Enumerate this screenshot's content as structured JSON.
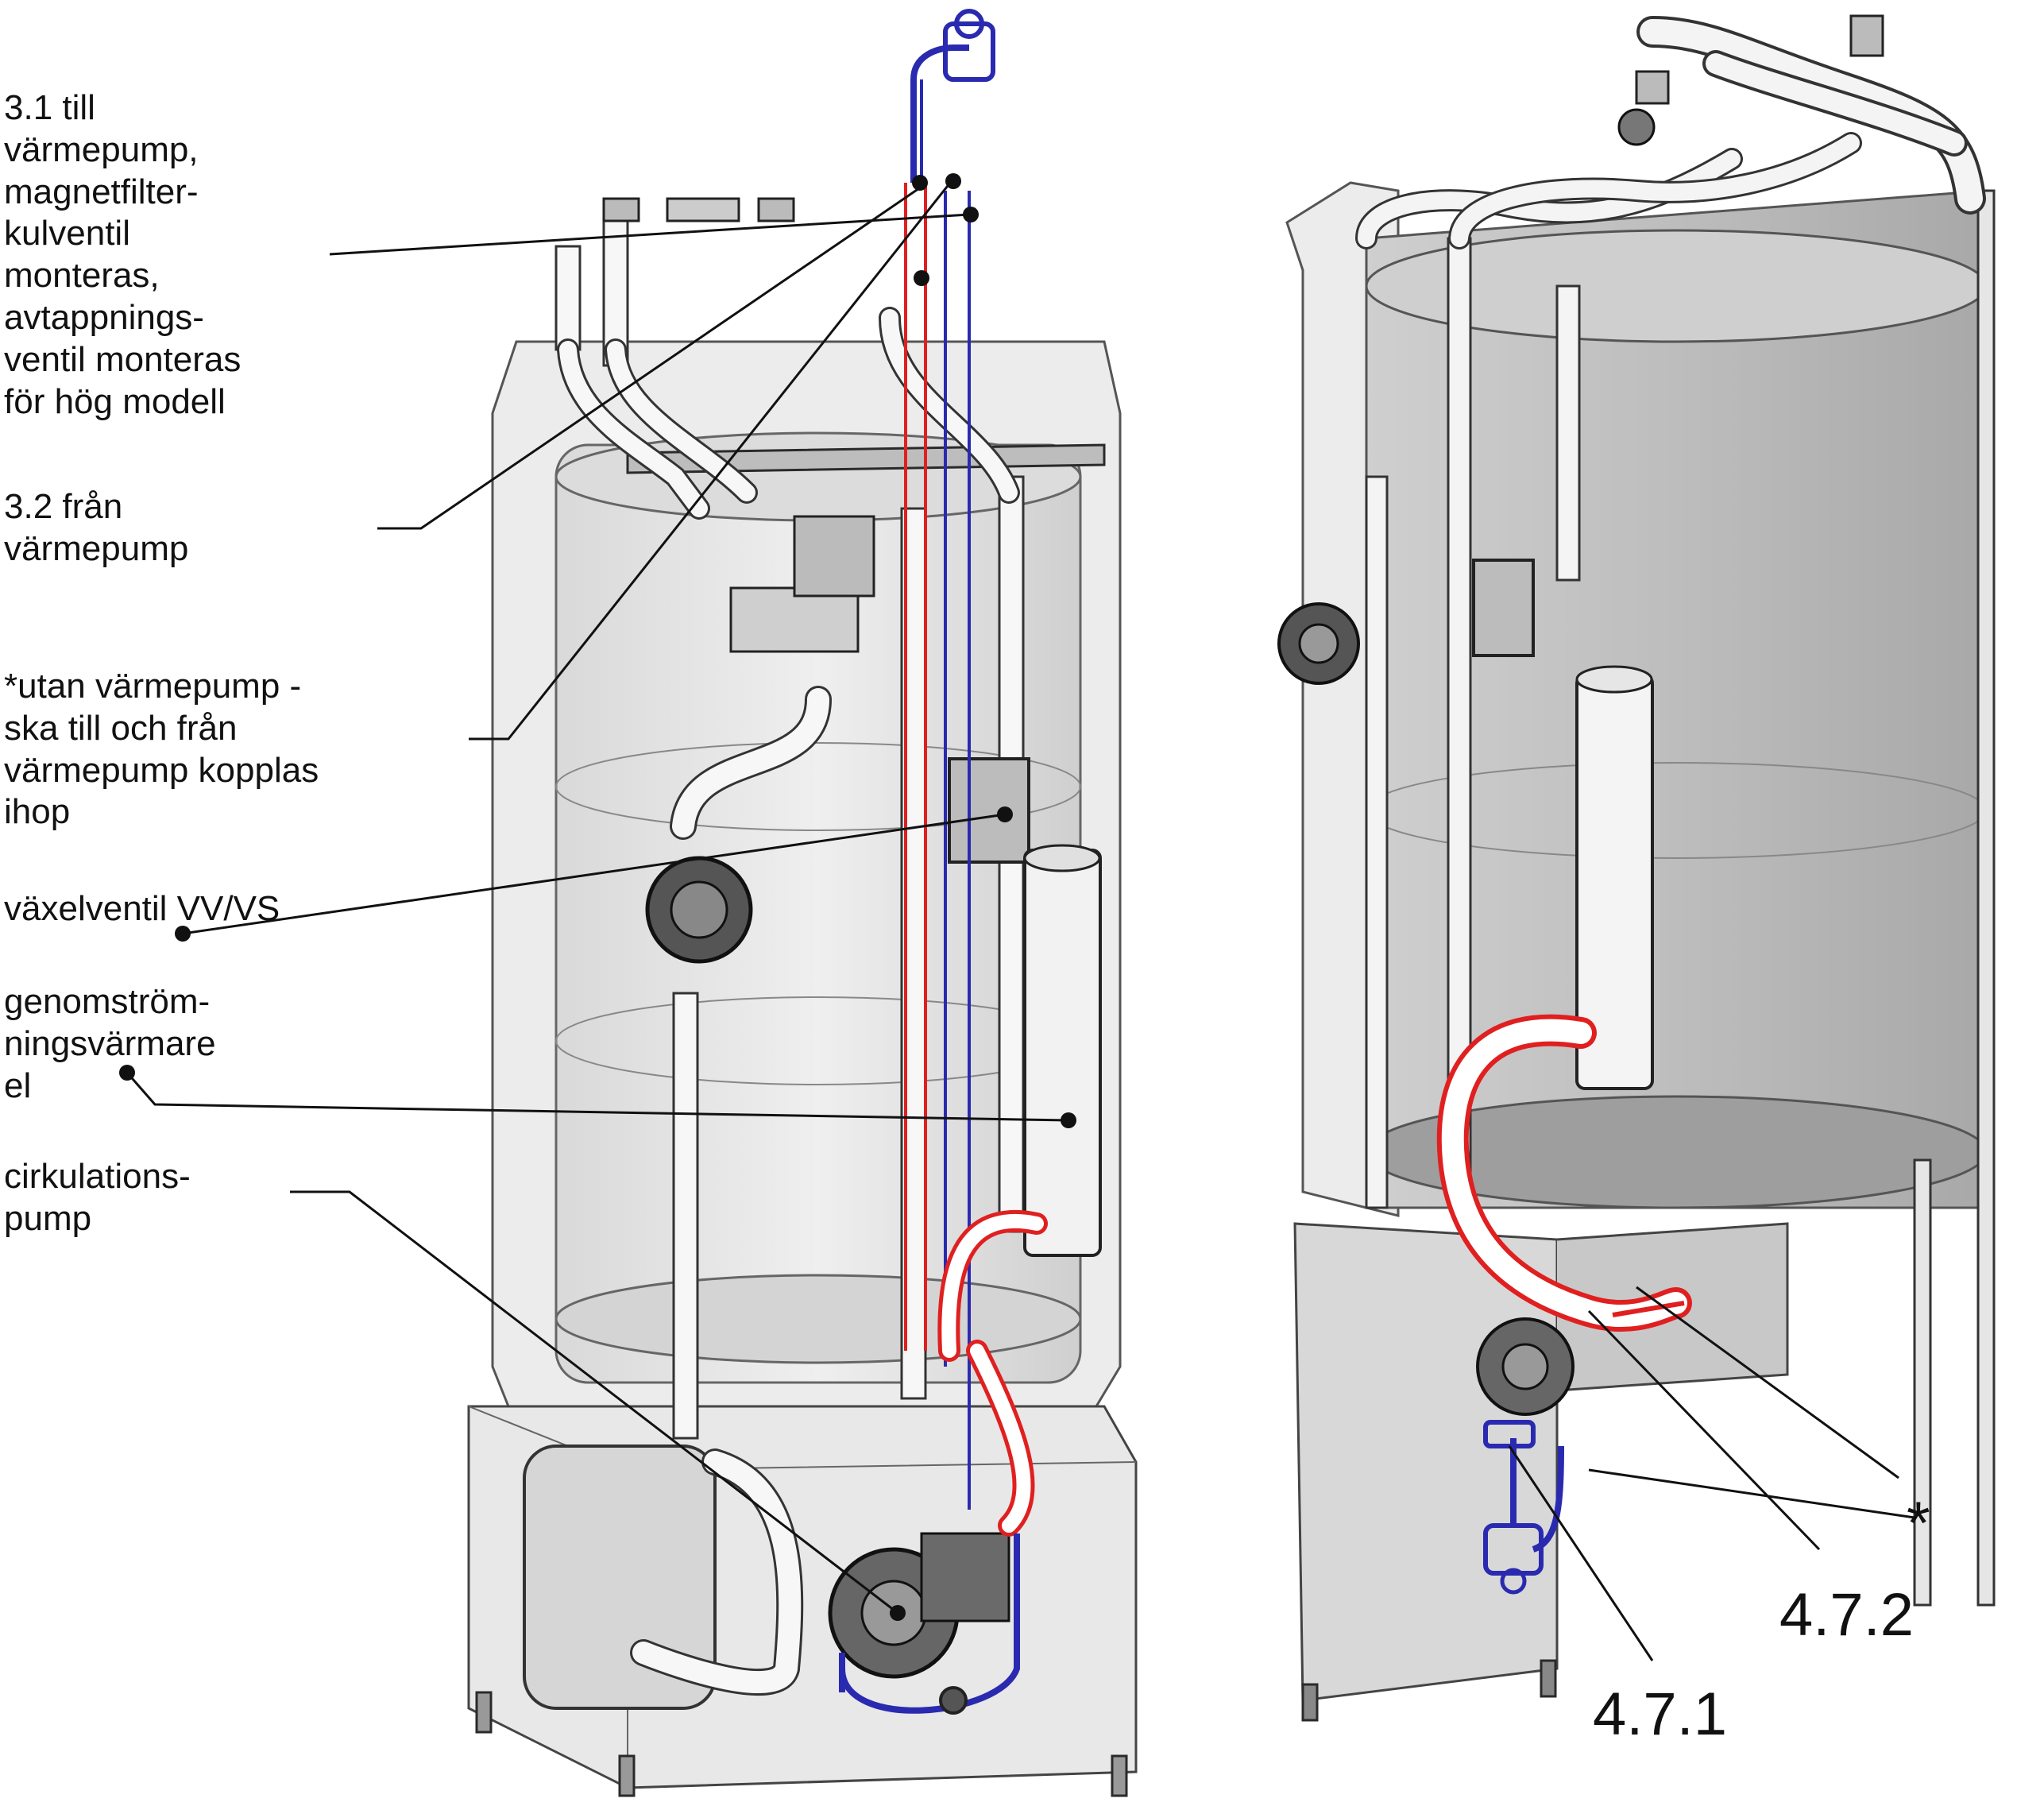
{
  "labels": {
    "l31": "3.1 till\nvärmepump,\nmagnetfilter-\nkulventil\nmonteras,\navtappnings-\nventil monteras\nför hög modell",
    "l32": "3.2 från\nvärmepump",
    "lutan": "*utan värmepump -\nska till och från\nvärmepump kopplas\nihop",
    "lvaxel": "växelventil VV/VS",
    "lgenom": "genomström-\nningsvärmare\nel",
    "lcirk": "cirkulations-\npump"
  },
  "callouts": {
    "star": "*",
    "c472": "4.7.2",
    "c471": "4.7.1"
  },
  "colors": {
    "hot": "#e02020",
    "cold": "#2a2ab0",
    "outline": "#2a2a2a",
    "tank_fill": "#e6e6e6",
    "tank_inner": "#cfcfcf"
  }
}
